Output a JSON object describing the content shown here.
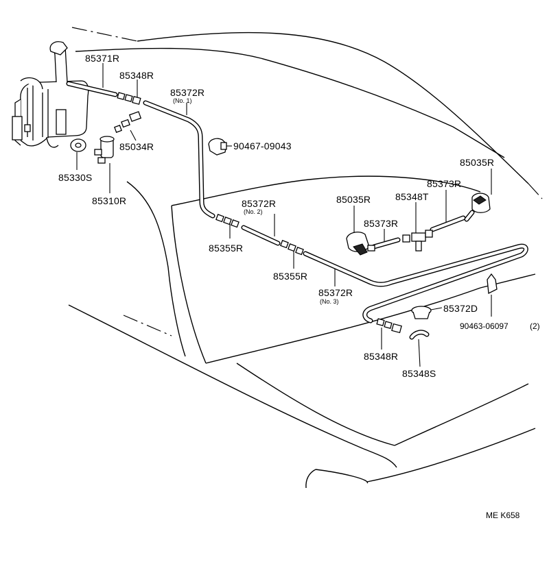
{
  "diagram_code": "ME K658",
  "parts": {
    "hose_85371R": "85371R",
    "joint_85348R_top": "85348R",
    "hose_85372R_no1": "85372R",
    "hose_85372R_no1_sub": "(No. 1)",
    "clip_90467": "90467-09043",
    "grommet_85034R": "85034R",
    "grommet_85330S": "85330S",
    "pump_85310R": "85310R",
    "hose_85372R_no2": "85372R",
    "hose_85372R_no2_sub": "(No. 2)",
    "joint_85355R_a": "85355R",
    "joint_85355R_b": "85355R",
    "hose_85372R_no3": "85372R",
    "hose_85372R_no3_sub": "(No. 3)",
    "nozzle_85035R_left": "85035R",
    "nozzle_85035R_right": "85035R",
    "tee_85348T": "85348T",
    "hose_85373R_left": "85373R",
    "hose_85373R_right": "85373R",
    "grommet_85372D": "85372D",
    "clip_90463": "90463-06097",
    "clip_90463_qty": "(2)",
    "joint_85348R_bottom": "85348R",
    "joint_85348S": "85348S"
  }
}
